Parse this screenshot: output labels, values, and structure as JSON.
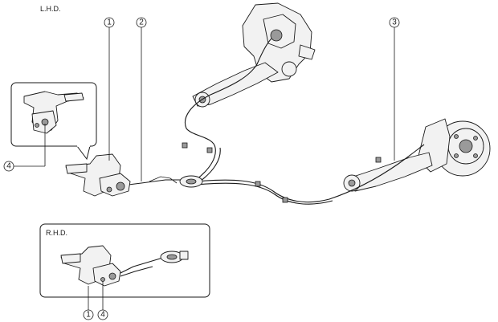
{
  "labels": {
    "lhd": "L.H.D.",
    "rhd": "R.H.D."
  },
  "callouts": {
    "c1": "1",
    "c2": "2",
    "c3": "3",
    "c4": "4",
    "c1_rhd": "1",
    "c4_rhd": "4"
  }
}
